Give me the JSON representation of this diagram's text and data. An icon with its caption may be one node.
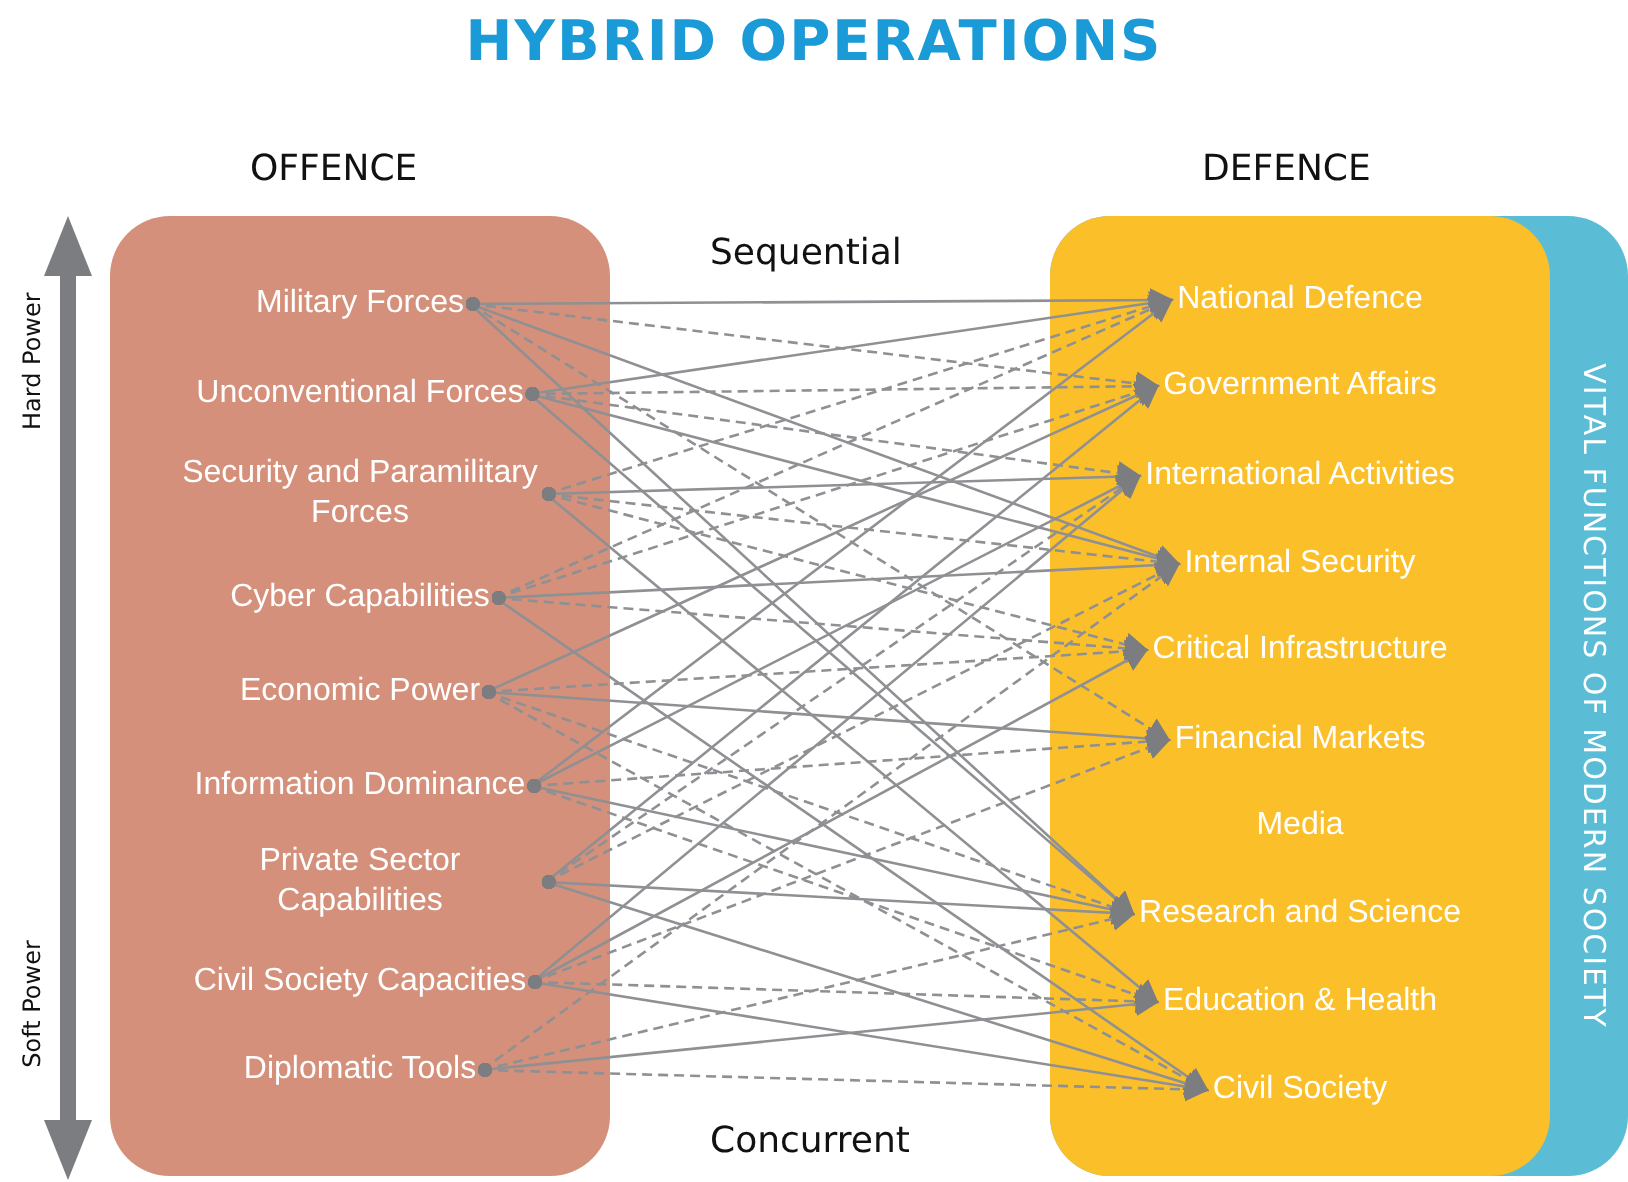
{
  "diagram": {
    "title": "HYBRID OPERATIONS",
    "nodes": [
      {
        "text": [
          "OFFENCE"
        ]
      },
      {
        "text": [
          "Military Forces"
        ],
        "in": 0
      },
      {
        "text": [
          "Unconventional Forces"
        ],
        "in": 0
      },
      {
        "text": [
          "Security and Paramilitary Forces"
        ],
        "in": 0
      },
      {
        "text": [
          "Cyber Capabilities"
        ],
        "in": 0
      },
      {
        "text": [
          "Economic Power"
        ],
        "in": 0
      },
      {
        "text": [
          "Information Dominance"
        ],
        "in": 0
      },
      {
        "text": [
          "Private Sector Capabilities"
        ],
        "in": 0
      },
      {
        "text": [
          "Civil Society Capacities"
        ],
        "in": 0
      },
      {
        "text": [
          "Diplomatic Tools"
        ],
        "in": 0
      },
      {
        "text": [
          "VITAL FUNCTIONS OF MODERN SOCIETY"
        ]
      },
      {
        "text": [
          "DEFENCE"
        ],
        "in": 10
      },
      {
        "text": [
          "National Defence"
        ],
        "in": 11
      },
      {
        "text": [
          "Government Affairs"
        ],
        "in": 11
      },
      {
        "text": [
          "International Activities"
        ],
        "in": 11
      },
      {
        "text": [
          "Internal Security"
        ],
        "in": 11
      },
      {
        "text": [
          "Critical Infrastructure"
        ],
        "in": 11
      },
      {
        "text": [
          "Financial Markets"
        ],
        "in": 11
      },
      {
        "text": [
          "Media"
        ],
        "in": 11
      },
      {
        "text": [
          "Research and Science"
        ],
        "in": 11
      },
      {
        "text": [
          "Education & Health"
        ],
        "in": 11
      },
      {
        "text": [
          "Civil Society"
        ],
        "in": 11
      }
    ],
    "edges": [
      {
        "from": 1,
        "to": 12,
        "arrow": "to"
      },
      {
        "from": 1,
        "to": 13,
        "arrow": "to",
        "style": "dashed"
      },
      {
        "from": 1,
        "to": 15,
        "arrow": "to"
      },
      {
        "from": 1,
        "to": 17,
        "arrow": "to",
        "style": "dashed"
      },
      {
        "from": 1,
        "to": 19,
        "arrow": "to"
      },
      {
        "from": 2,
        "to": 12,
        "arrow": "to"
      },
      {
        "from": 2,
        "to": 13,
        "arrow": "to",
        "style": "dashed"
      },
      {
        "from": 2,
        "to": 14,
        "arrow": "to",
        "style": "dashed"
      },
      {
        "from": 2,
        "to": 15,
        "arrow": "to"
      },
      {
        "from": 2,
        "to": 19,
        "arrow": "to"
      },
      {
        "from": 3,
        "to": 14,
        "arrow": "to"
      },
      {
        "from": 3,
        "to": 12,
        "arrow": "to",
        "style": "dashed"
      },
      {
        "from": 3,
        "to": 16,
        "arrow": "to",
        "style": "dashed"
      },
      {
        "from": 3,
        "to": 20,
        "arrow": "to"
      },
      {
        "from": 3,
        "to": 15,
        "arrow": "to",
        "style": "dashed"
      },
      {
        "from": 4,
        "to": 15,
        "arrow": "to"
      },
      {
        "from": 4,
        "to": 13,
        "arrow": "to",
        "style": "dashed"
      },
      {
        "from": 4,
        "to": 16,
        "arrow": "to",
        "style": "dashed"
      },
      {
        "from": 4,
        "to": 21,
        "arrow": "to"
      },
      {
        "from": 4,
        "to": 12,
        "arrow": "to",
        "style": "dashed"
      },
      {
        "from": 5,
        "to": 16,
        "arrow": "to",
        "style": "dashed"
      },
      {
        "from": 5,
        "to": 13,
        "arrow": "to"
      },
      {
        "from": 5,
        "to": 19,
        "arrow": "to",
        "style": "dashed"
      },
      {
        "from": 5,
        "to": 17,
        "arrow": "to"
      },
      {
        "from": 5,
        "to": 21,
        "arrow": "to",
        "style": "dashed"
      },
      {
        "from": 6,
        "to": 17,
        "arrow": "to",
        "style": "dashed"
      },
      {
        "from": 6,
        "to": 12,
        "arrow": "to"
      },
      {
        "from": 6,
        "to": 14,
        "arrow": "to"
      },
      {
        "from": 6,
        "to": 20,
        "arrow": "to",
        "style": "dashed"
      },
      {
        "from": 6,
        "to": 19,
        "arrow": "to"
      },
      {
        "from": 7,
        "to": 19,
        "arrow": "to"
      },
      {
        "from": 7,
        "to": 13,
        "arrow": "to"
      },
      {
        "from": 7,
        "to": 15,
        "arrow": "to",
        "style": "dashed"
      },
      {
        "from": 7,
        "to": 21,
        "arrow": "to"
      },
      {
        "from": 7,
        "to": 14,
        "arrow": "to",
        "style": "dashed"
      },
      {
        "from": 8,
        "to": 20,
        "arrow": "to",
        "style": "dashed"
      },
      {
        "from": 8,
        "to": 14,
        "arrow": "to"
      },
      {
        "from": 8,
        "to": 16,
        "arrow": "to"
      },
      {
        "from": 8,
        "to": 17,
        "arrow": "to",
        "style": "dashed"
      },
      {
        "from": 8,
        "to": 21,
        "arrow": "to"
      },
      {
        "from": 9,
        "to": 21,
        "arrow": "to",
        "style": "dashed"
      },
      {
        "from": 9,
        "to": 20,
        "arrow": "to"
      },
      {
        "from": 9,
        "to": 15,
        "arrow": "to",
        "style": "dashed"
      },
      {
        "from": 9,
        "to": 19,
        "arrow": "to",
        "style": "dashed"
      }
    ],
    "labels": [
      "Sequential",
      "Concurrent",
      "Hard Power",
      "Soft Power"
    ]
  }
}
